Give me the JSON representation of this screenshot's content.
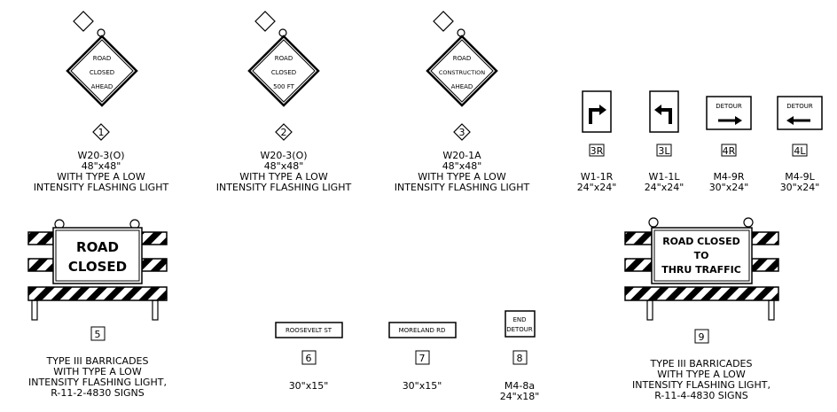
{
  "signs": [
    {
      "id": "1",
      "lines": [
        "ROAD",
        "CLOSED",
        "AHEAD"
      ],
      "code": "W20-3(O)",
      "size": "48\"x48\"",
      "note1": "WITH TYPE A LOW",
      "note2": "INTENSITY FLASHING LIGHT"
    },
    {
      "id": "2",
      "lines": [
        "ROAD",
        "CLOSED",
        "500 FT"
      ],
      "code": "W20-3(O)",
      "size": "48\"x48\"",
      "note1": "WITH TYPE A LOW",
      "note2": "INTENSITY FLASHING LIGHT"
    },
    {
      "id": "3",
      "lines": [
        "ROAD",
        "CONSTRUCTION",
        "AHEAD"
      ],
      "code": "W20-1A",
      "size": "48\"x48\"",
      "note1": "WITH TYPE A LOW",
      "note2": "INTENSITY FLASHING LIGHT"
    }
  ],
  "turns": [
    {
      "id": "3R",
      "code": "W1-1R",
      "size": "24\"x24\"",
      "icon": "turn-right-arrow"
    },
    {
      "id": "3L",
      "code": "W1-1L",
      "size": "24\"x24\"",
      "icon": "turn-left-arrow"
    },
    {
      "id": "4R",
      "text": "DETOUR",
      "code": "M4-9R",
      "size": "30\"x24\"",
      "icon": "arrow-right"
    },
    {
      "id": "4L",
      "text": "DETOUR",
      "code": "M4-9L",
      "size": "30\"x24\"",
      "icon": "arrow-left"
    }
  ],
  "barricade5": {
    "id": "5",
    "line1": "ROAD",
    "line2": "CLOSED",
    "cap": [
      "TYPE III BARRICADES",
      "WITH TYPE A LOW",
      "INTENSITY FLASHING LIGHT,",
      "R-11-2-4830 SIGNS"
    ]
  },
  "barricade9": {
    "id": "9",
    "line1": "ROAD CLOSED",
    "line2": "TO",
    "line3": "THRU TRAFFIC",
    "cap": [
      "TYPE III BARRICADES",
      "WITH TYPE A LOW",
      "INTENSITY FLASHING LIGHT,",
      "R-11-4-4830 SIGNS"
    ]
  },
  "streets": [
    {
      "id": "6",
      "text": "ROOSEVELT ST",
      "size": "30\"x15\""
    },
    {
      "id": "7",
      "text": "MORELAND RD",
      "size": "30\"x15\""
    },
    {
      "id": "8",
      "lines": [
        "END",
        "DETOUR"
      ],
      "code": "M4-8a",
      "size": "24\"x18\""
    }
  ]
}
